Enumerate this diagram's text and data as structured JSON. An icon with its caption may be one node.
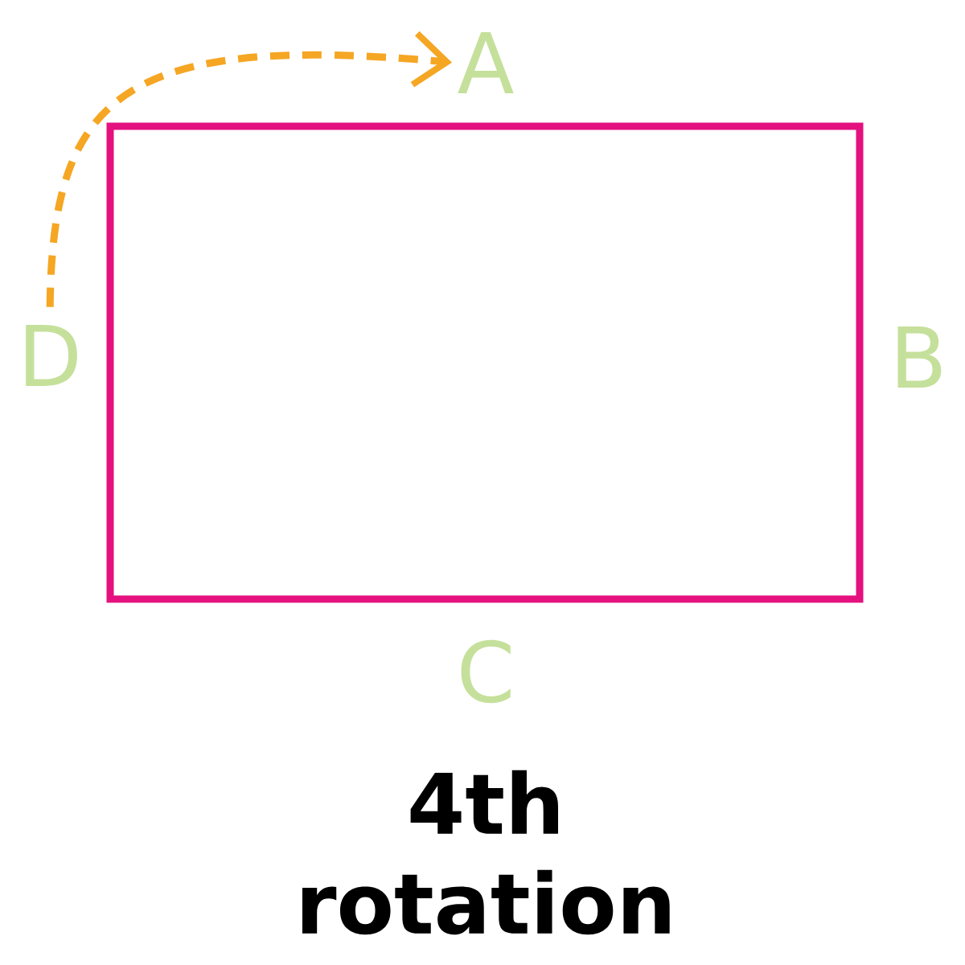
{
  "diagram": {
    "caption": "4th rotation",
    "nodes": [
      {
        "text": [
          "A"
        ]
      },
      {
        "text": [
          "B"
        ]
      },
      {
        "text": [
          "C"
        ]
      },
      {
        "text": [
          "D"
        ]
      }
    ],
    "edges": [
      {
        "from": 3,
        "to": 0,
        "arrow": "to",
        "style": "dashed",
        "color": "#f5a623"
      }
    ]
  }
}
